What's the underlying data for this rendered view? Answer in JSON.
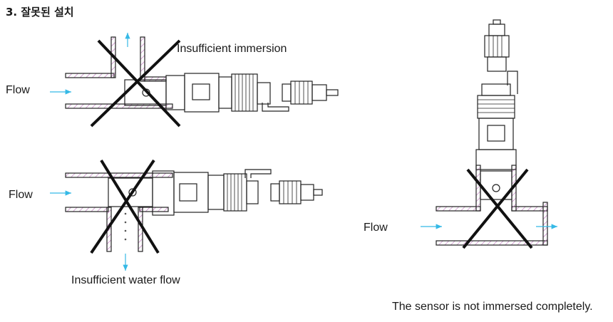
{
  "heading": "3. 잘못된 설치",
  "diagrams": [
    {
      "flow_label": "Flow",
      "caption": "Insufficient immersion"
    },
    {
      "flow_label": "Flow",
      "caption": "Insufficient water flow"
    },
    {
      "flow_label": "Flow",
      "caption": "The sensor is not immersed completely."
    }
  ],
  "colors": {
    "pipe_hatch": "#c27fc2",
    "flow_arrow": "#35b9e6",
    "outline": "#222222",
    "cross": "#111111"
  }
}
